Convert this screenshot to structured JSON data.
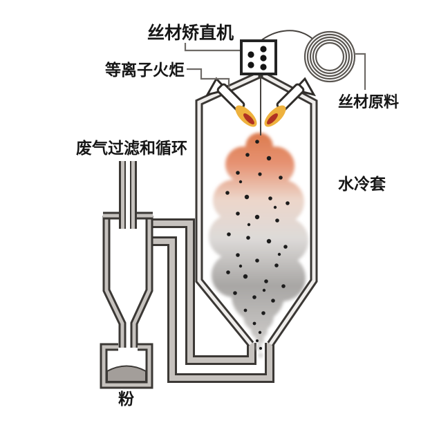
{
  "diagram": {
    "title": "Plasma atomization powder production diagram",
    "labels": {
      "wire_straightener": "丝材矫直机",
      "plasma_torch": "等离子火炬",
      "wire_feedstock": "丝材原料",
      "exhaust_filter_recirc": "废气过滤和循环",
      "water_cooling_jacket": "水冷套",
      "powder": "粉"
    },
    "colors": {
      "flame": "#eeb23e",
      "flame_core": "#b03222",
      "plume_top": "#dc7a4c",
      "plume_upper": "#e69272",
      "plume_pale": "#ecd6ca",
      "plume_mid": "#dddad8",
      "plume_low": "#a8a6a4",
      "plume_end": "#cfcdcb",
      "pipe_fill": "#c6c2be",
      "outline": "#3b3835",
      "powder_fill": "#a39e9a",
      "text": "#161616"
    }
  }
}
